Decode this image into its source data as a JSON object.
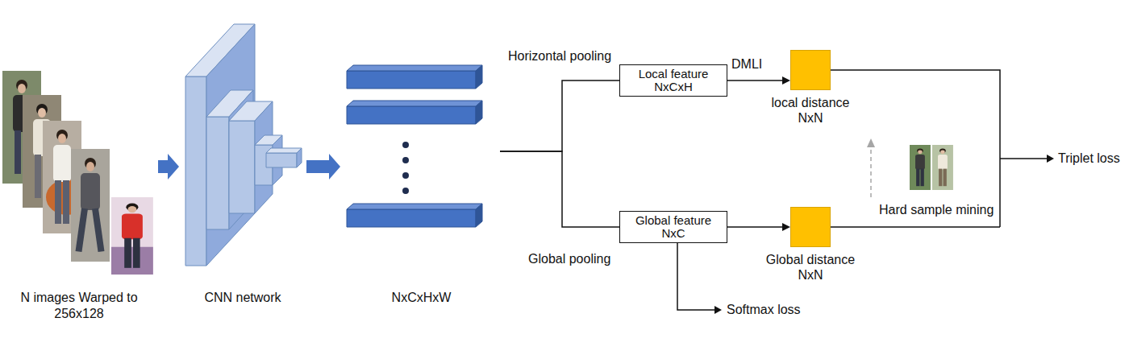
{
  "diagram": {
    "nodes": [
      {
        "text": [
          "N images Warped to 256x128"
        ]
      },
      {
        "text": [
          "CNN network"
        ]
      },
      {
        "text": [
          "NxCxHxW"
        ]
      },
      {
        "text": [
          "Local feature NxCxH"
        ]
      },
      {
        "text": [
          "Global feature NxC"
        ]
      },
      {
        "text": [
          "local distance NxN"
        ]
      },
      {
        "text": [
          "Global distance NxN"
        ]
      }
    ],
    "edges": [
      {
        "from": 0,
        "to": 1,
        "arrow": "to"
      },
      {
        "from": 1,
        "to": 2,
        "arrow": "to"
      },
      {
        "from": 2,
        "to": 3,
        "label": "Horizontal pooling",
        "arrow": "none"
      },
      {
        "from": 2,
        "to": 4,
        "label": "Global pooling",
        "arrow": "none"
      },
      {
        "from": 3,
        "to": 5,
        "label": "DMLI",
        "arrow": "to"
      },
      {
        "from": 4,
        "to": 6,
        "arrow": "to"
      }
    ],
    "labels": [
      "Softmax loss",
      "Hard sample mining",
      "Triplet loss"
    ]
  }
}
